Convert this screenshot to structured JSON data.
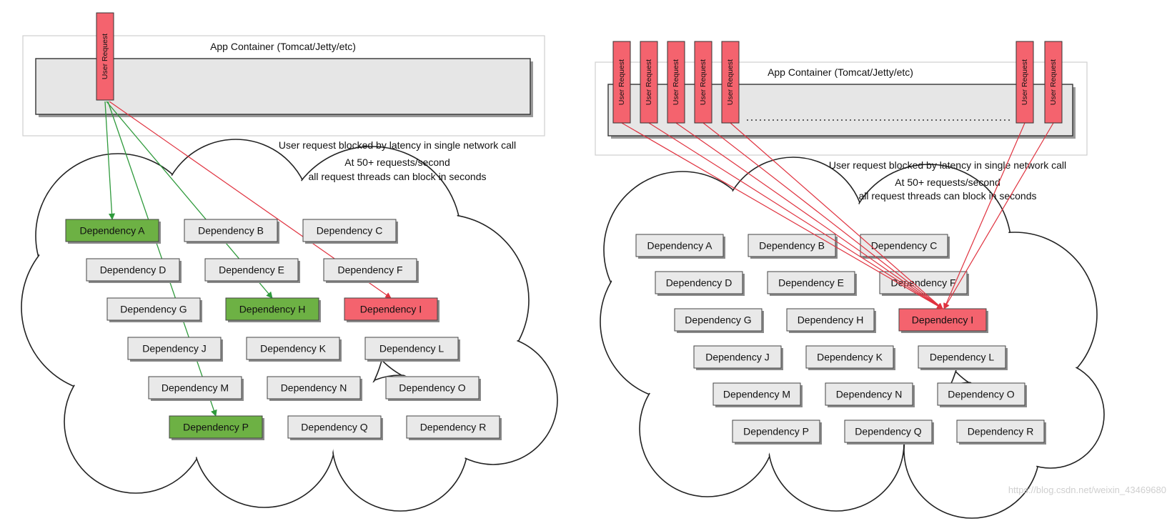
{
  "left_panel": {
    "app_container_label": "App Container (Tomcat/Jetty/etc)",
    "user_request_label": "User Request",
    "caption_lines": [
      "User request blocked by latency in single network call",
      "At 50+ requests/second",
      "all request threads can block in seconds"
    ],
    "dependencies": [
      {
        "label": "Dependency A",
        "state": "green"
      },
      {
        "label": "Dependency B",
        "state": "grey"
      },
      {
        "label": "Dependency C",
        "state": "grey"
      },
      {
        "label": "Dependency D",
        "state": "grey"
      },
      {
        "label": "Dependency E",
        "state": "grey"
      },
      {
        "label": "Dependency F",
        "state": "grey"
      },
      {
        "label": "Dependency G",
        "state": "grey"
      },
      {
        "label": "Dependency H",
        "state": "green"
      },
      {
        "label": "Dependency I",
        "state": "red"
      },
      {
        "label": "Dependency J",
        "state": "grey"
      },
      {
        "label": "Dependency K",
        "state": "grey"
      },
      {
        "label": "Dependency L",
        "state": "grey"
      },
      {
        "label": "Dependency M",
        "state": "grey"
      },
      {
        "label": "Dependency N",
        "state": "grey"
      },
      {
        "label": "Dependency O",
        "state": "grey"
      },
      {
        "label": "Dependency P",
        "state": "green"
      },
      {
        "label": "Dependency Q",
        "state": "grey"
      },
      {
        "label": "Dependency R",
        "state": "grey"
      }
    ],
    "connections": [
      {
        "to": "Dependency A",
        "color": "green"
      },
      {
        "to": "Dependency H",
        "color": "green"
      },
      {
        "to": "Dependency P",
        "color": "green"
      },
      {
        "to": "Dependency I",
        "color": "red"
      }
    ]
  },
  "right_panel": {
    "app_container_label": "App Container (Tomcat/Jetty/etc)",
    "user_request_label": "User Request",
    "user_request_count": 7,
    "caption_lines": [
      "User request blocked by latency in single network call",
      "At 50+ requests/second",
      "all request threads can block in seconds"
    ],
    "dependencies": [
      {
        "label": "Dependency A",
        "state": "grey"
      },
      {
        "label": "Dependency B",
        "state": "grey"
      },
      {
        "label": "Dependency C",
        "state": "grey"
      },
      {
        "label": "Dependency D",
        "state": "grey"
      },
      {
        "label": "Dependency E",
        "state": "grey"
      },
      {
        "label": "Dependency F",
        "state": "grey"
      },
      {
        "label": "Dependency G",
        "state": "grey"
      },
      {
        "label": "Dependency H",
        "state": "grey"
      },
      {
        "label": "Dependency I",
        "state": "red"
      },
      {
        "label": "Dependency J",
        "state": "grey"
      },
      {
        "label": "Dependency K",
        "state": "grey"
      },
      {
        "label": "Dependency L",
        "state": "grey"
      },
      {
        "label": "Dependency M",
        "state": "grey"
      },
      {
        "label": "Dependency N",
        "state": "grey"
      },
      {
        "label": "Dependency O",
        "state": "grey"
      },
      {
        "label": "Dependency P",
        "state": "grey"
      },
      {
        "label": "Dependency Q",
        "state": "grey"
      },
      {
        "label": "Dependency R",
        "state": "grey"
      }
    ],
    "connections_target": "Dependency I"
  },
  "watermark": "https://blog.csdn.net/weixin_43469680",
  "colors": {
    "green": "#6db144",
    "red": "#f4636e",
    "grey": "#e9e9e9",
    "line_green": "#2f9a3c",
    "line_red": "#e0323f"
  }
}
